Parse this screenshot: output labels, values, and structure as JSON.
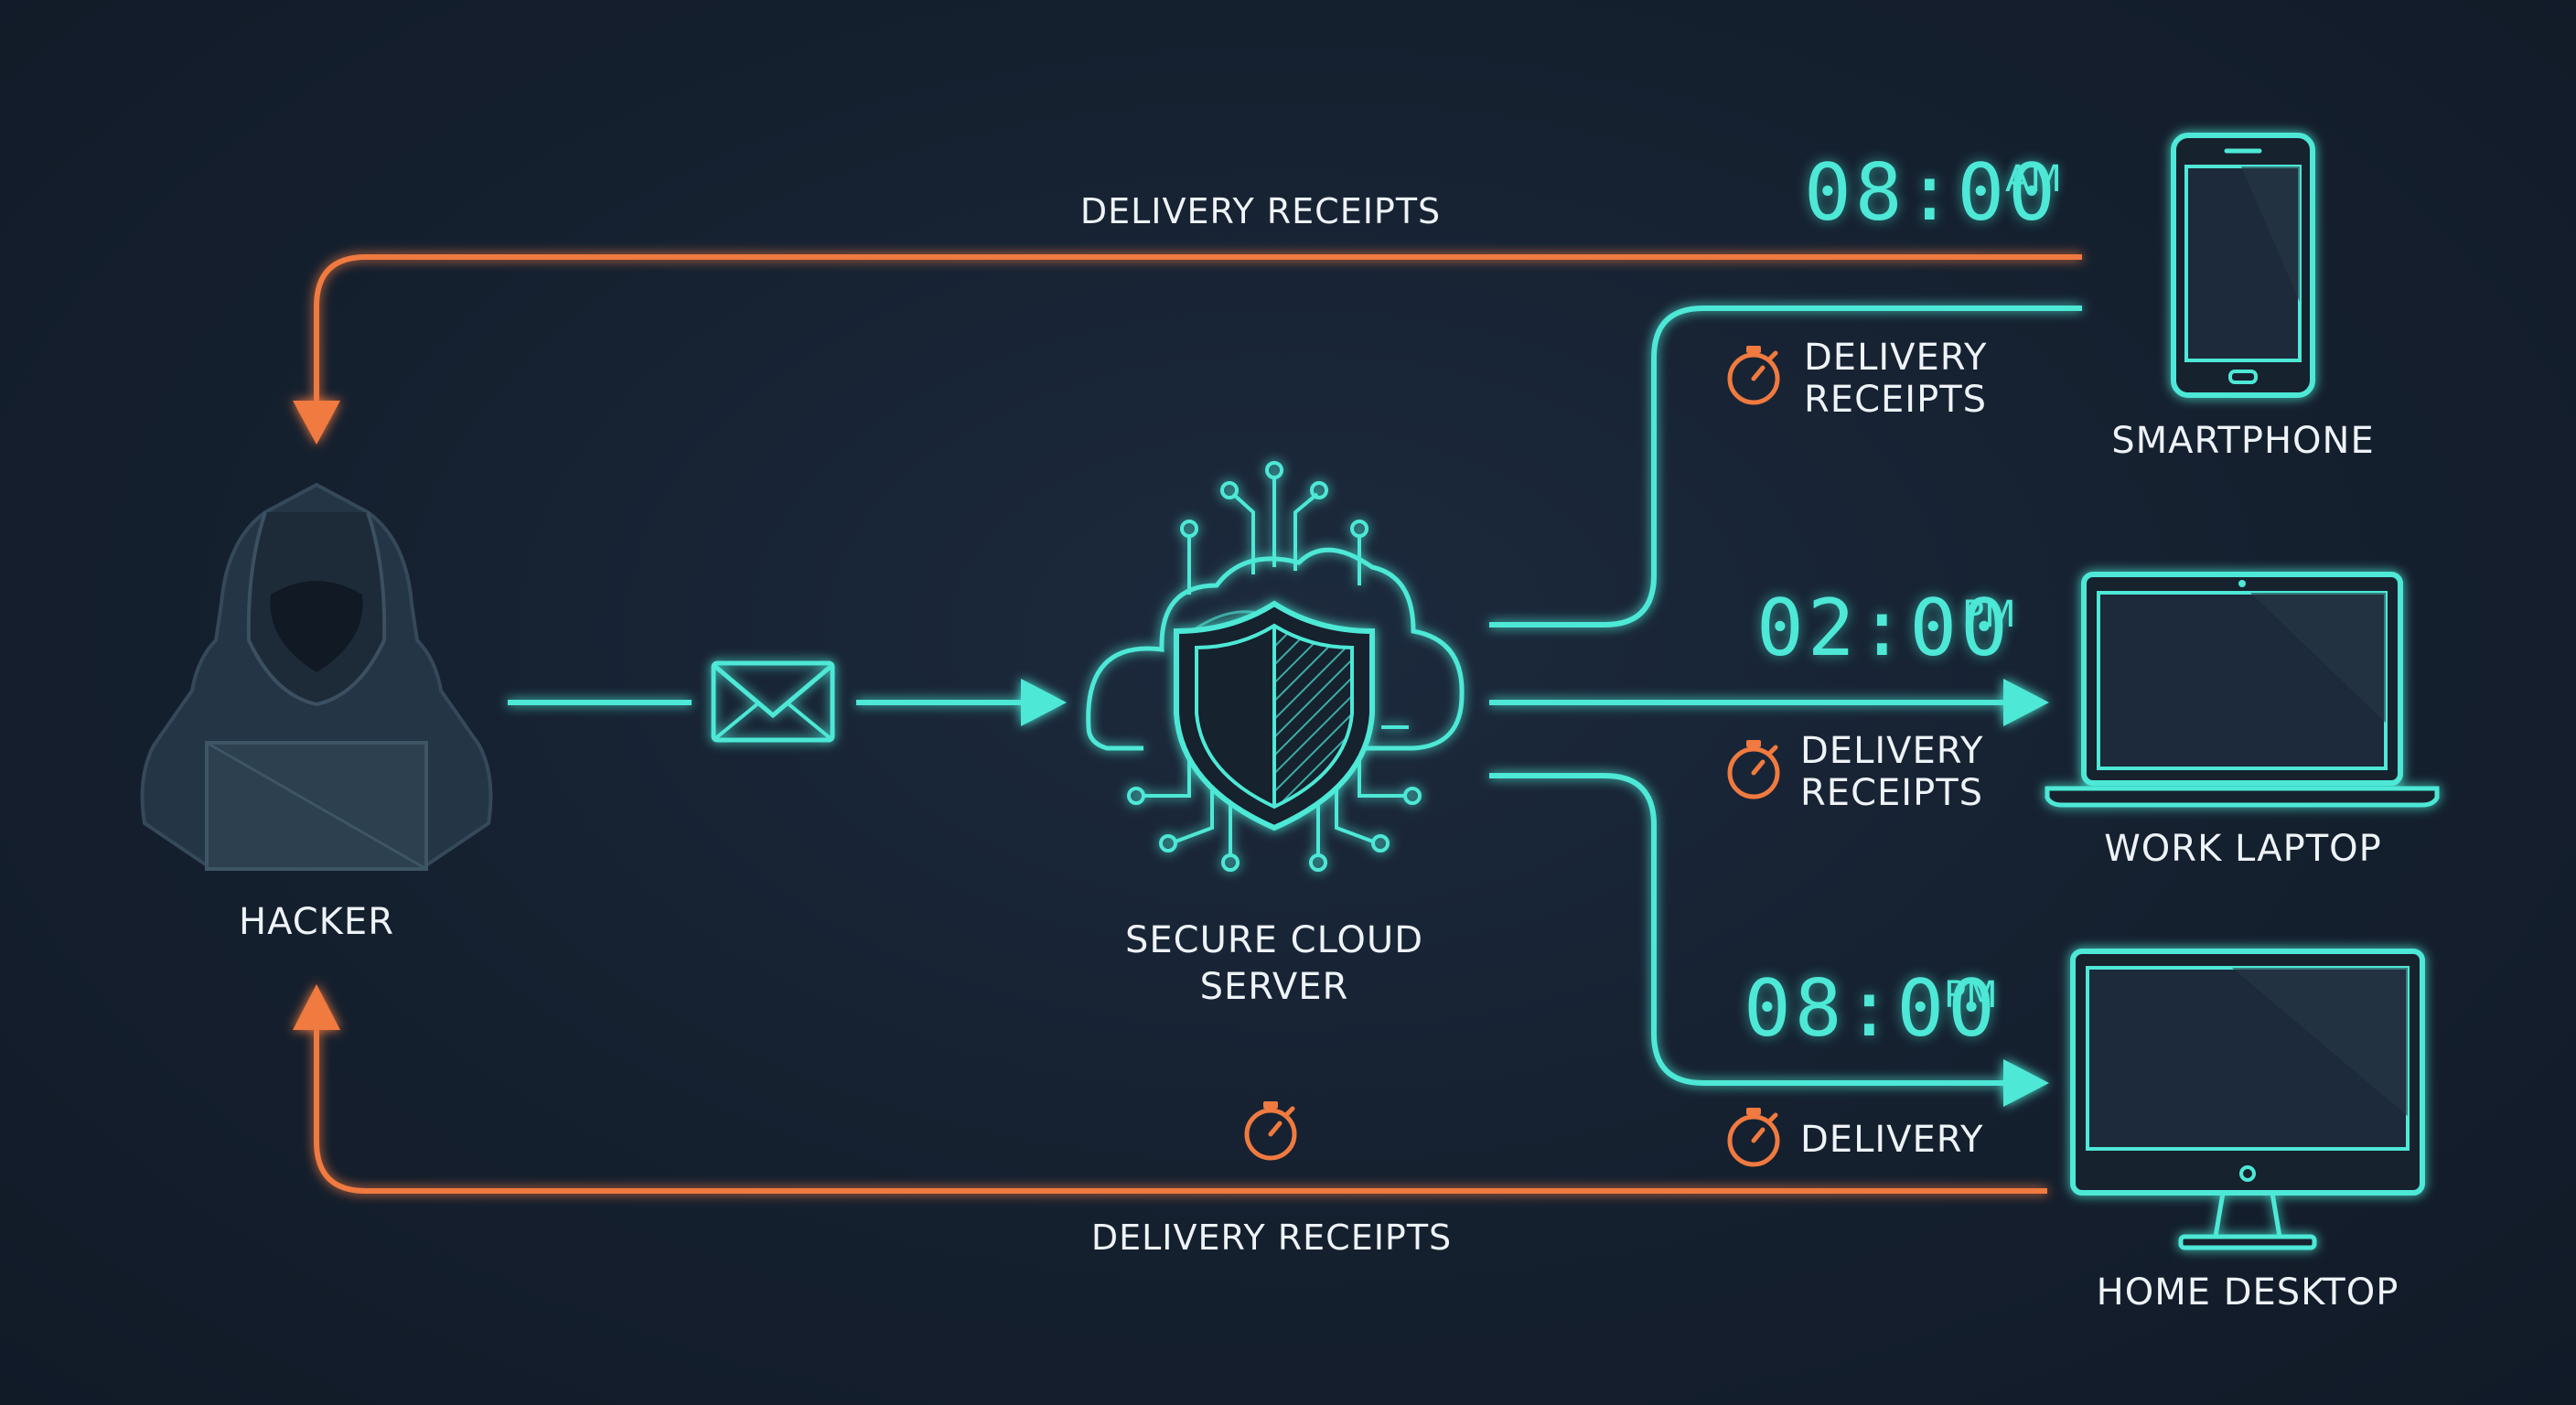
{
  "colors": {
    "teal": "#4ee8d6",
    "orange": "#f07a3f",
    "background": "#15202f",
    "text": "#eef3f7",
    "hacker": "#2e4150"
  },
  "nodes": {
    "hacker": "HACKER",
    "server_line1": "SECURE CLOUD",
    "server_line2": "SERVER",
    "smartphone": "SMARTPHONE",
    "laptop": "WORK LAPTOP",
    "desktop": "HOME DESKTOP"
  },
  "times": {
    "smartphone": {
      "clock": "08:00",
      "period": "AM"
    },
    "laptop": {
      "clock": "02:00",
      "period": "PM"
    },
    "desktop": {
      "clock": "08:00",
      "period": "PM"
    }
  },
  "receipts": {
    "top": "DELIVERY RECEIPTS",
    "bottom": "DELIVERY RECEIPTS",
    "smartphone_line1": "DELIVERY",
    "smartphone_line2": "RECEIPTS",
    "laptop_line1": "DELIVERY",
    "laptop_line2": "RECEIPTS",
    "desktop": "DELIVERY"
  },
  "icons": [
    "hooded-hacker-icon",
    "envelope-icon",
    "cloud-shield-icon",
    "stopwatch-icon",
    "smartphone-icon",
    "laptop-icon",
    "desktop-icon"
  ]
}
